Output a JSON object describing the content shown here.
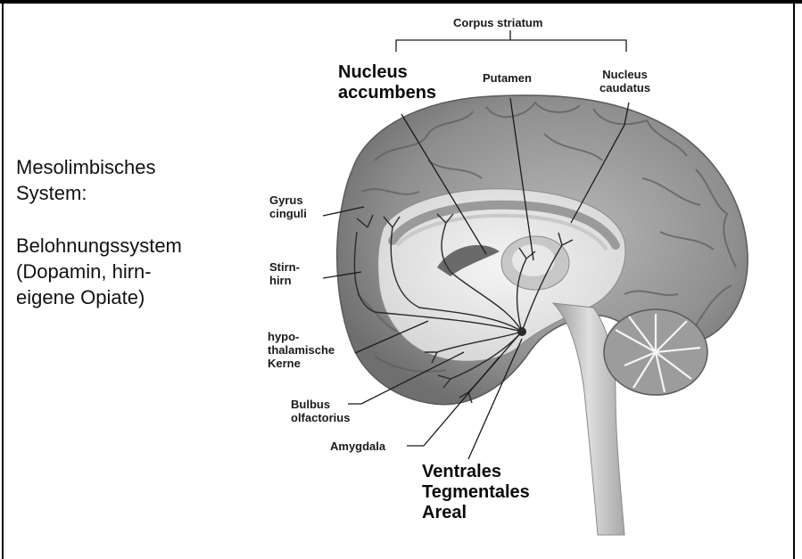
{
  "left_text": {
    "line1": "Mesolimbisches",
    "line2": "System:",
    "line3": "Belohnungssystem",
    "line4": "(Dopamin, hirn-",
    "line5": "eigene Opiate)"
  },
  "labels": {
    "corpus_striatum": "Corpus striatum",
    "nucleus_accumbens_1": "Nucleus",
    "nucleus_accumbens_2": "accumbens",
    "putamen": "Putamen",
    "nucleus_caudatus_1": "Nucleus",
    "nucleus_caudatus_2": "caudatus",
    "gyrus_cinguli_1": "Gyrus",
    "gyrus_cinguli_2": "cinguli",
    "stirnhirn_1": "Stirn-",
    "stirnhirn_2": "hirn",
    "hypothalamische_1": "hypo-",
    "hypothalamische_2": "thalamische",
    "hypothalamische_3": "Kerne",
    "bulbus_1": "Bulbus",
    "bulbus_2": "olfactorius",
    "amygdala": "Amygdala",
    "vta_1": "Ventrales",
    "vta_2": "Tegmentales",
    "vta_3": "Areal"
  }
}
